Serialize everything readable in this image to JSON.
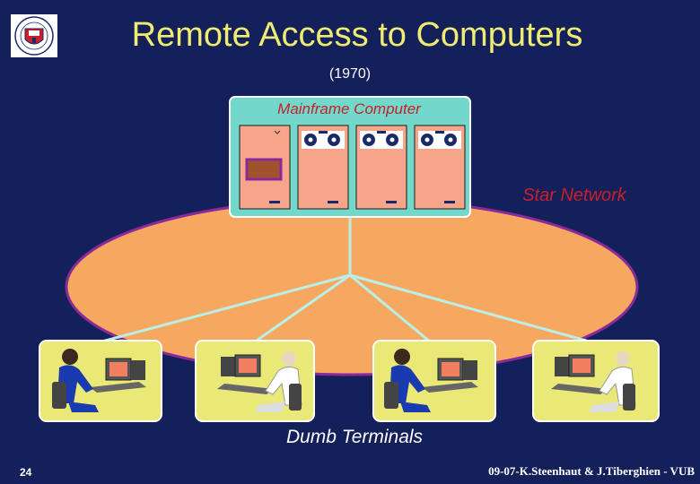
{
  "slide": {
    "title": "Remote Access to Computers",
    "subtitle": "(1970)",
    "page_number": "24",
    "credit": "09-07-K.Steenhaut & J.Tiberghien - VUB"
  },
  "diagram": {
    "mainframe_label": "Mainframe Computer",
    "network_label": "Star Network",
    "terminals_label": "Dumb Terminals"
  },
  "colors": {
    "background": "#14205a",
    "title": "#f0ec72",
    "ellipse": "#f7a860",
    "mainframe_box": "#72d8cc",
    "cabinet": "#f6a48a",
    "terminal_panel": "#eae876",
    "label_red": "#c8202a",
    "link_line": "#b8f0e8"
  }
}
